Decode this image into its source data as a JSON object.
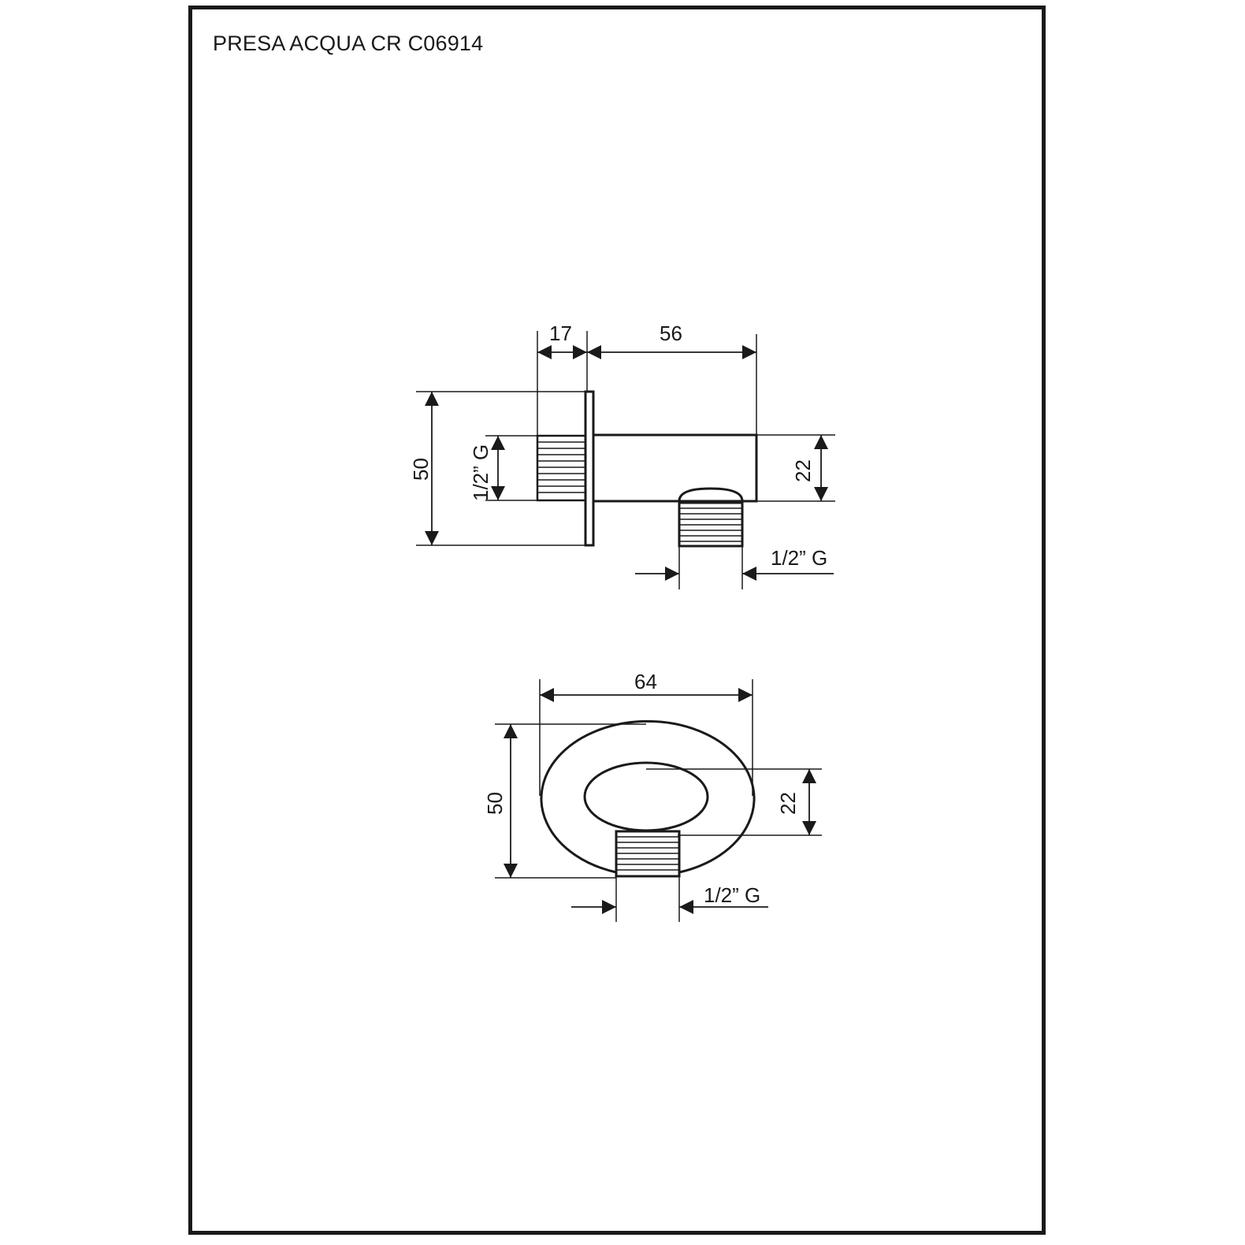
{
  "title": "PRESA ACQUA CR C06914",
  "side_view": {
    "dim_flange_depth": "17",
    "dim_body_length": "56",
    "dim_height": "50",
    "dim_inlet_thread": "1/2” G",
    "dim_body_diameter": "22",
    "dim_outlet_thread": "1/2” G"
  },
  "front_view": {
    "dim_width": "64",
    "dim_height": "50",
    "dim_inner_diameter": "22",
    "dim_outlet_thread": "1/2” G"
  },
  "colors": {
    "line": "#1a1a1a",
    "background": "#ffffff"
  }
}
